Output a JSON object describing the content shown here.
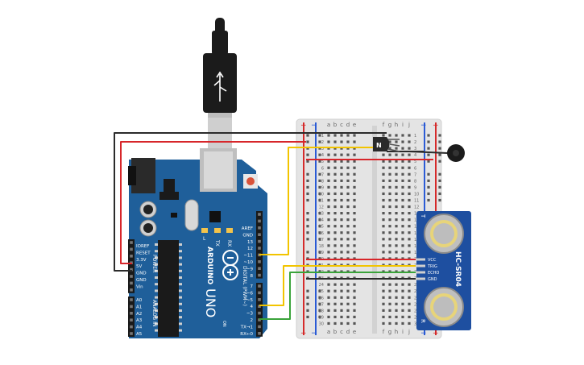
{
  "colors": {
    "background": "#ffffff",
    "board": "#1f5f9a",
    "board_dark": "#16497a",
    "breadboard": "#e2e2e2",
    "sensor": "#1e4fa0",
    "wire_red": "#d7262a",
    "wire_black": "#2b2b2b",
    "wire_yellow": "#f2c400",
    "wire_green": "#3aa33a",
    "rail_red": "#d52b2b",
    "rail_blue": "#2b5bd5",
    "usb": "#1b1b1b"
  },
  "icons": [
    "usb-plug-icon",
    "arduino-logo-icon",
    "transistor-icon",
    "buzzer-icon",
    "ultrasonic-sensor-icon"
  ],
  "arduino": {
    "brand": "ARDUINO",
    "model": "UNO",
    "led_labels": [
      "TX",
      "RX",
      "L"
    ],
    "power_label": "POWER",
    "analog_label": "ANALOG IN",
    "digital_label": "DIGITAL (PWM~)",
    "power_pins": [
      "IOREF",
      "RESET",
      "3.3V",
      "5V",
      "GND",
      "GND",
      "Vin"
    ],
    "analog_pins": [
      "A0",
      "A1",
      "A2",
      "A3",
      "A4",
      "A5"
    ],
    "digital_top": [
      "AREF",
      "GND",
      "13",
      "12",
      "~11",
      "~10",
      "~9",
      "8"
    ],
    "digital_bottom": [
      "7",
      "~6",
      "~5",
      "4",
      "~3",
      "2",
      "TX→1",
      "RX←0"
    ],
    "on_label": "ON"
  },
  "breadboard": {
    "cols_left": [
      "a",
      "b",
      "c",
      "d",
      "e"
    ],
    "cols_right": [
      "f",
      "g",
      "h",
      "i",
      "j"
    ],
    "rows": [
      "1",
      "2",
      "3",
      "4",
      "5",
      "6",
      "7",
      "8",
      "9",
      "10",
      "11",
      "12",
      "13",
      "14",
      "15",
      "16",
      "17",
      "18",
      "19",
      "20",
      "21",
      "22",
      "23",
      "24",
      "25",
      "26",
      "27",
      "28",
      "29",
      "30"
    ],
    "plus": "+",
    "minus": "−"
  },
  "transistor": {
    "label": "N"
  },
  "sensor": {
    "model": "HC-SR04",
    "pins": [
      "VCC",
      "TRIG",
      "ECHO",
      "GND"
    ],
    "side_t": "T",
    "side_r": "R"
  }
}
